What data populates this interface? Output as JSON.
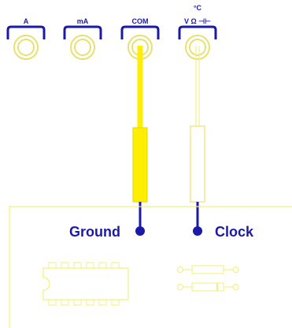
{
  "meter": {
    "ports": [
      {
        "id": "a",
        "label": "A"
      },
      {
        "id": "ma",
        "label": "mA"
      },
      {
        "id": "com",
        "label": "COM"
      },
      {
        "id": "vohm",
        "label": "V Ω ⊣⊢",
        "sup": "°C"
      }
    ]
  },
  "probes": [
    {
      "port": "com",
      "color": "#ffee00",
      "label": "Ground"
    },
    {
      "port": "vohm",
      "color": "#ffff99",
      "label": "Clock"
    }
  ],
  "board": {
    "outline_color": "#f2f07a",
    "chip": {
      "pins_per_side": 6
    },
    "components": [
      "resistor",
      "diode"
    ]
  },
  "colors": {
    "port_blue": "#1a1aa6",
    "jack_yellow": "#e8e070",
    "wire_blue": "#1a1aa6"
  }
}
